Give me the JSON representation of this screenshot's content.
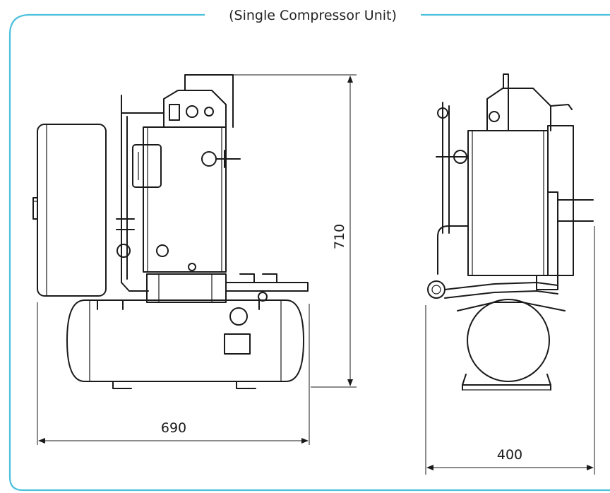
{
  "title": "(Single Compressor Unit)",
  "dimensions": {
    "height": "710",
    "width_front": "690",
    "width_side": "400"
  },
  "colors": {
    "frame": "#4cc0dc",
    "line": "#1a1a1a"
  }
}
